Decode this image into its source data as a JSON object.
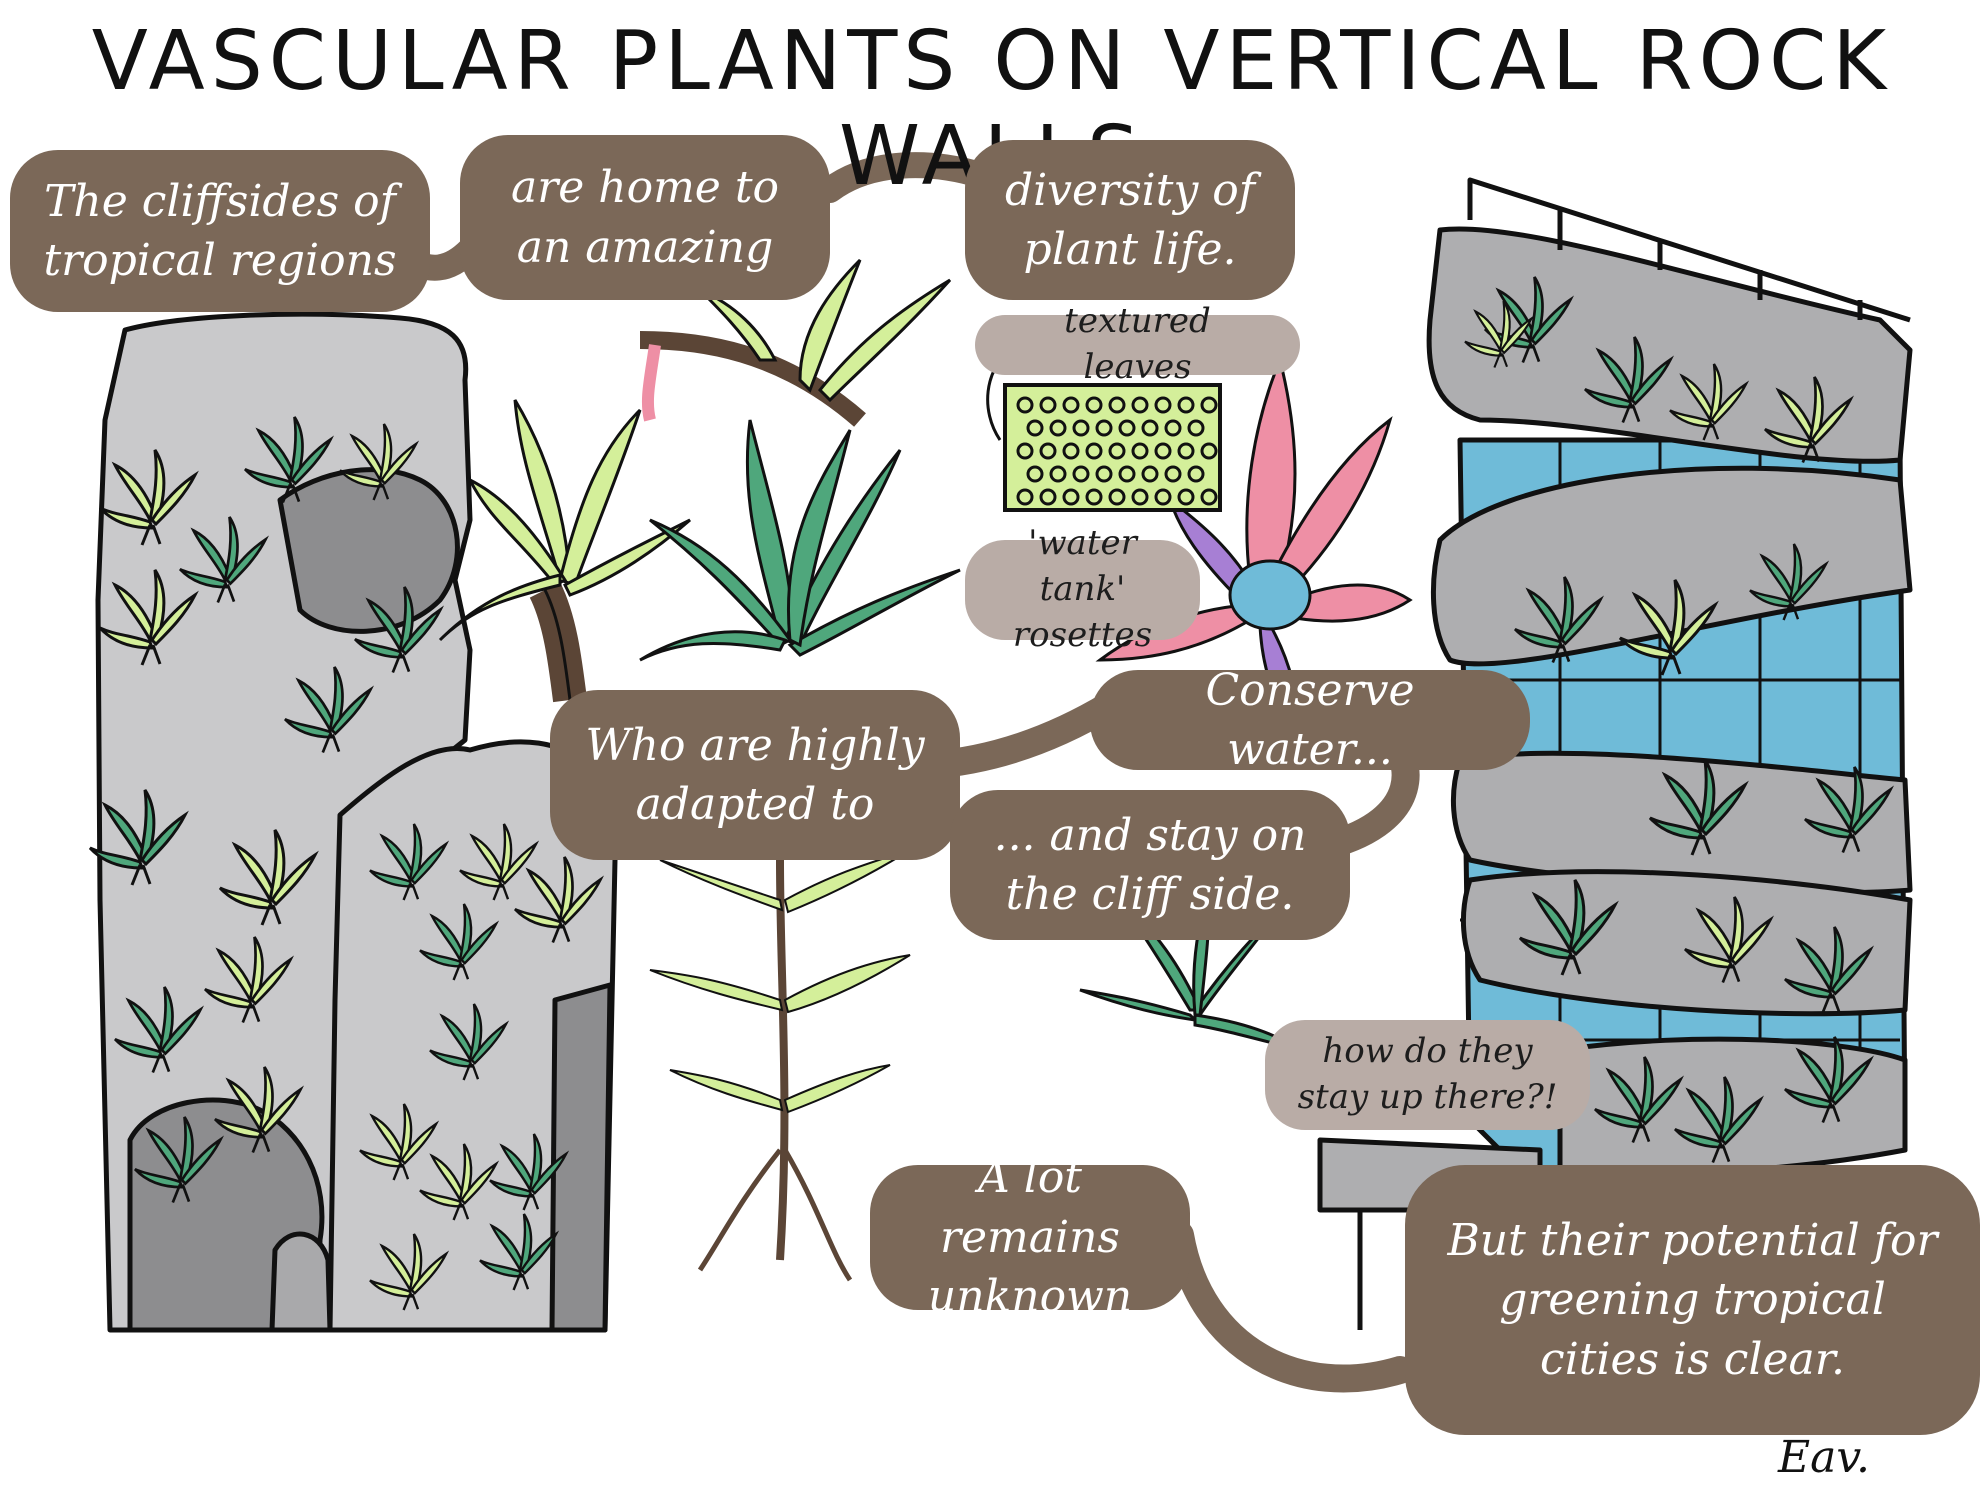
{
  "title": "VASCULAR PLANTS ON VERTICAL ROCK WALLS",
  "bubbles": {
    "b1": "The cliffsides of tropical regions",
    "b2": "are home to an amazing",
    "b3": "diversity of plant life.",
    "b4": "Who are highly adapted to",
    "b5": "Conserve water...",
    "b6": "... and stay on the cliff side.",
    "b7": "A lot remains unknown",
    "b8": "But their potential for greening tropical cities is clear."
  },
  "labels": {
    "textured": "textured leaves",
    "watertank": "'water tank' rosettes",
    "question": "how do they stay up there?!"
  },
  "signature": "Eav.",
  "colors": {
    "bubble": "#7b6858",
    "label_bubble": "#b9aca6",
    "rock": "#c9c9cb",
    "rock_shadow": "#8d8d8f",
    "leaf_light": "#d4ef9a",
    "leaf_dark": "#4fa77c",
    "glass": "#6fbbd8",
    "flower_pink": "#ee8fa5",
    "flower_purple": "#a77fd4"
  }
}
